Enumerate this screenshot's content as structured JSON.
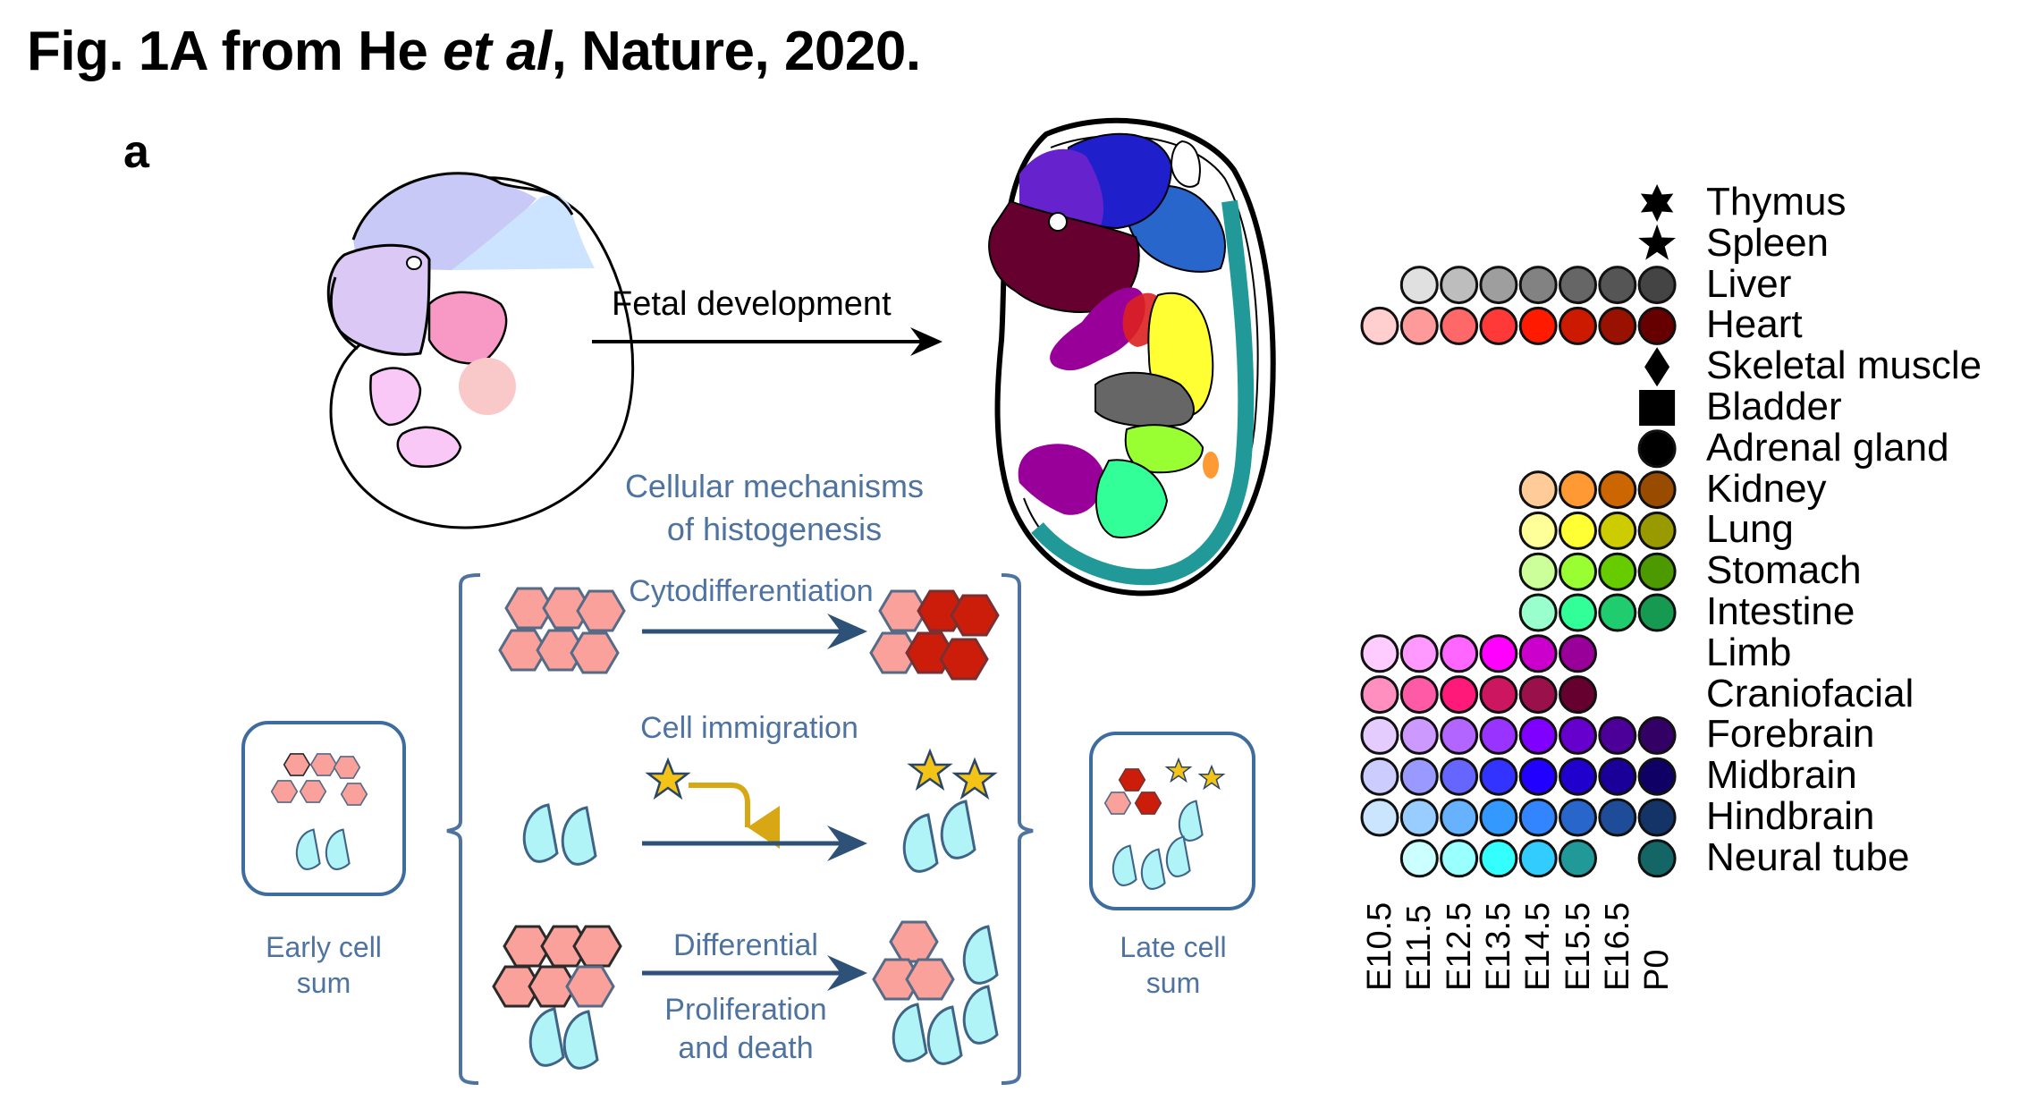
{
  "figure": {
    "title_prefix": "Fig. 1A from He ",
    "title_italic": "et al",
    "title_suffix": ", Nature, 2020.",
    "panel_label": "a"
  },
  "top_diagram": {
    "arrow_label": "Fetal development",
    "early_embryo": "early-embryo-illustration",
    "late_fetus": "late-fetus-illustration"
  },
  "mechanisms": {
    "heading_line1": "Cellular mechanisms",
    "heading_line2": "of histogenesis",
    "early_label_line1": "Early cell",
    "early_label_line2": "sum",
    "late_label_line1": "Late cell",
    "late_label_line2": "sum",
    "rows": [
      {
        "label": "Cytodifferentiation"
      },
      {
        "label": "Cell immigration"
      },
      {
        "label_line1": "Differential",
        "label_line2": "Proliferation",
        "label_line3": "and death"
      }
    ],
    "colors": {
      "text": "#4f73a0",
      "arrow": "#2e5277",
      "bracket": "#4f73a0",
      "hex_light": "#f9a19a",
      "hex_dark": "#cc1d0a",
      "crescent": "#b0f4f7",
      "star": "#f3c317"
    }
  },
  "chart_data": {
    "type": "dot-matrix",
    "title": "",
    "xlabel": "",
    "ylabel": "",
    "x": [
      "E10.5",
      "E11.5",
      "E12.5",
      "E13.5",
      "E14.5",
      "E15.5",
      "E16.5",
      "P0"
    ],
    "rows": [
      {
        "name": "Thymus",
        "marker": "hexagram",
        "stages": [
          "P0"
        ],
        "colors": [
          "#000000"
        ]
      },
      {
        "name": "Spleen",
        "marker": "star",
        "stages": [
          "P0"
        ],
        "colors": [
          "#000000"
        ]
      },
      {
        "name": "Liver",
        "marker": "circle",
        "stages": [
          "E11.5",
          "E12.5",
          "E13.5",
          "E14.5",
          "E15.5",
          "E16.5",
          "P0"
        ],
        "colors": [
          "#e0e0e0",
          "#bdbdbd",
          "#9e9e9e",
          "#828282",
          "#666666",
          "#555555",
          "#444444"
        ]
      },
      {
        "name": "Heart",
        "marker": "circle",
        "stages": [
          "E10.5",
          "E11.5",
          "E12.5",
          "E13.5",
          "E14.5",
          "E15.5",
          "E16.5",
          "P0"
        ],
        "colors": [
          "#ffcfcf",
          "#ff9a9a",
          "#ff6868",
          "#ff3838",
          "#ff1a00",
          "#cc1a00",
          "#991100",
          "#660000"
        ]
      },
      {
        "name": "Skeletal muscle",
        "marker": "diamond",
        "stages": [
          "P0"
        ],
        "colors": [
          "#000000"
        ]
      },
      {
        "name": "Bladder",
        "marker": "square",
        "stages": [
          "P0"
        ],
        "colors": [
          "#000000"
        ]
      },
      {
        "name": "Adrenal gland",
        "marker": "circle",
        "stages": [
          "P0"
        ],
        "colors": [
          "#000000"
        ]
      },
      {
        "name": "Kidney",
        "marker": "circle",
        "stages": [
          "E14.5",
          "E15.5",
          "E16.5",
          "P0"
        ],
        "colors": [
          "#ffcc99",
          "#ff9933",
          "#cc6600",
          "#994c00"
        ]
      },
      {
        "name": "Lung",
        "marker": "circle",
        "stages": [
          "E14.5",
          "E15.5",
          "E16.5",
          "P0"
        ],
        "colors": [
          "#ffff99",
          "#ffff33",
          "#cccc00",
          "#999900"
        ]
      },
      {
        "name": "Stomach",
        "marker": "circle",
        "stages": [
          "E14.5",
          "E15.5",
          "E16.5",
          "P0"
        ],
        "colors": [
          "#ccff99",
          "#99ff33",
          "#66cc00",
          "#4c9900"
        ]
      },
      {
        "name": "Intestine",
        "marker": "circle",
        "stages": [
          "E14.5",
          "E15.5",
          "E16.5",
          "P0"
        ],
        "colors": [
          "#99ffcc",
          "#33ff99",
          "#1fcc6e",
          "#169950"
        ]
      },
      {
        "name": "Limb",
        "marker": "circle",
        "stages": [
          "E10.5",
          "E11.5",
          "E12.5",
          "E13.5",
          "E14.5",
          "E15.5"
        ],
        "colors": [
          "#ffccff",
          "#ff99ff",
          "#ff66ff",
          "#ff00ff",
          "#cc00cc",
          "#990099"
        ]
      },
      {
        "name": "Craniofacial",
        "marker": "circle",
        "stages": [
          "E10.5",
          "E11.5",
          "E12.5",
          "E13.5",
          "E14.5",
          "E15.5"
        ],
        "colors": [
          "#ff8fbf",
          "#ff5aa5",
          "#ff1a7a",
          "#cc1660",
          "#99104a",
          "#66002e"
        ]
      },
      {
        "name": "Forebrain",
        "marker": "circle",
        "stages": [
          "E10.5",
          "E11.5",
          "E12.5",
          "E13.5",
          "E14.5",
          "E15.5",
          "E16.5",
          "P0"
        ],
        "colors": [
          "#e5ccff",
          "#cc99ff",
          "#b266ff",
          "#9933ff",
          "#7f00ff",
          "#6600cc",
          "#4c0099",
          "#330066"
        ]
      },
      {
        "name": "Midbrain",
        "marker": "circle",
        "stages": [
          "E10.5",
          "E11.5",
          "E12.5",
          "E13.5",
          "E14.5",
          "E15.5",
          "E16.5",
          "P0"
        ],
        "colors": [
          "#ccccff",
          "#9999ff",
          "#6666ff",
          "#3333ff",
          "#2200ff",
          "#1f00cc",
          "#1a0099",
          "#0f0066"
        ]
      },
      {
        "name": "Hindbrain",
        "marker": "circle",
        "stages": [
          "E10.5",
          "E11.5",
          "E12.5",
          "E13.5",
          "E14.5",
          "E15.5",
          "E16.5",
          "P0"
        ],
        "colors": [
          "#cce5ff",
          "#99ccff",
          "#66b2ff",
          "#3399ff",
          "#3385ff",
          "#2966cc",
          "#1f4c99",
          "#143366"
        ]
      },
      {
        "name": "Neural tube",
        "marker": "circle",
        "stages": [
          "E11.5",
          "E12.5",
          "E13.5",
          "E14.5",
          "E15.5",
          "P0"
        ],
        "colors": [
          "#ccffff",
          "#99ffff",
          "#33ffff",
          "#33ccff",
          "#229999",
          "#146666"
        ]
      }
    ]
  }
}
